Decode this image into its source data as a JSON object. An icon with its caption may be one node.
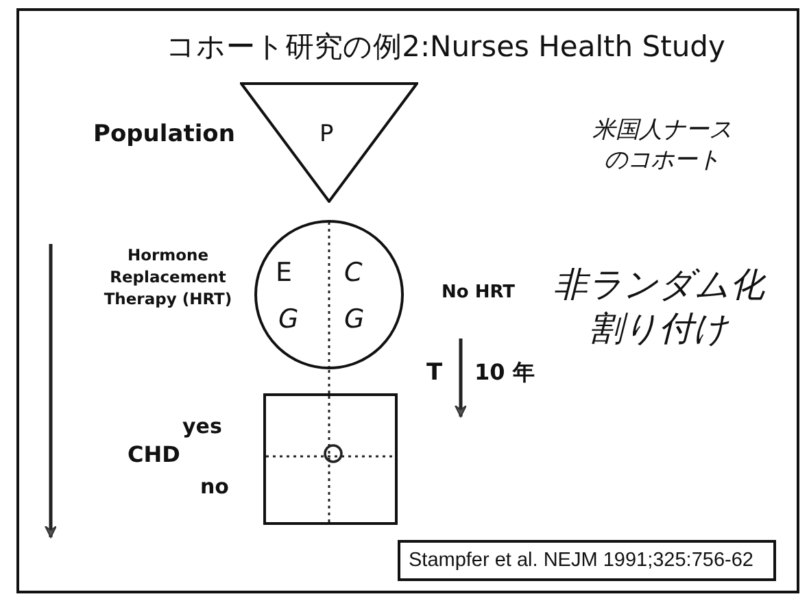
{
  "diagram": {
    "title": "コホート研究の例2:Nurses Health Study",
    "nodes": [
      {
        "text": [
          "P"
        ],
        "beside": [
          "Population"
        ]
      },
      {
        "text": [
          "E",
          "C",
          "G",
          "G"
        ],
        "beside": [
          "Hormone Replacement Therapy (HRT)",
          "No HRT"
        ]
      },
      {
        "text": [],
        "shape": "box",
        "beside": [
          "yes",
          "CHD",
          "no"
        ]
      },
      {
        "text": [
          "Stampfer et al. NEJM 1991;325:756-62"
        ]
      }
    ],
    "edges": [
      {
        "from": 1,
        "to": 2,
        "arrow": "none",
        "style": "dashed"
      }
    ],
    "labels": [
      "米国人ナースのコホート",
      "非ランダム化割り付け",
      "T",
      "10 年"
    ]
  }
}
